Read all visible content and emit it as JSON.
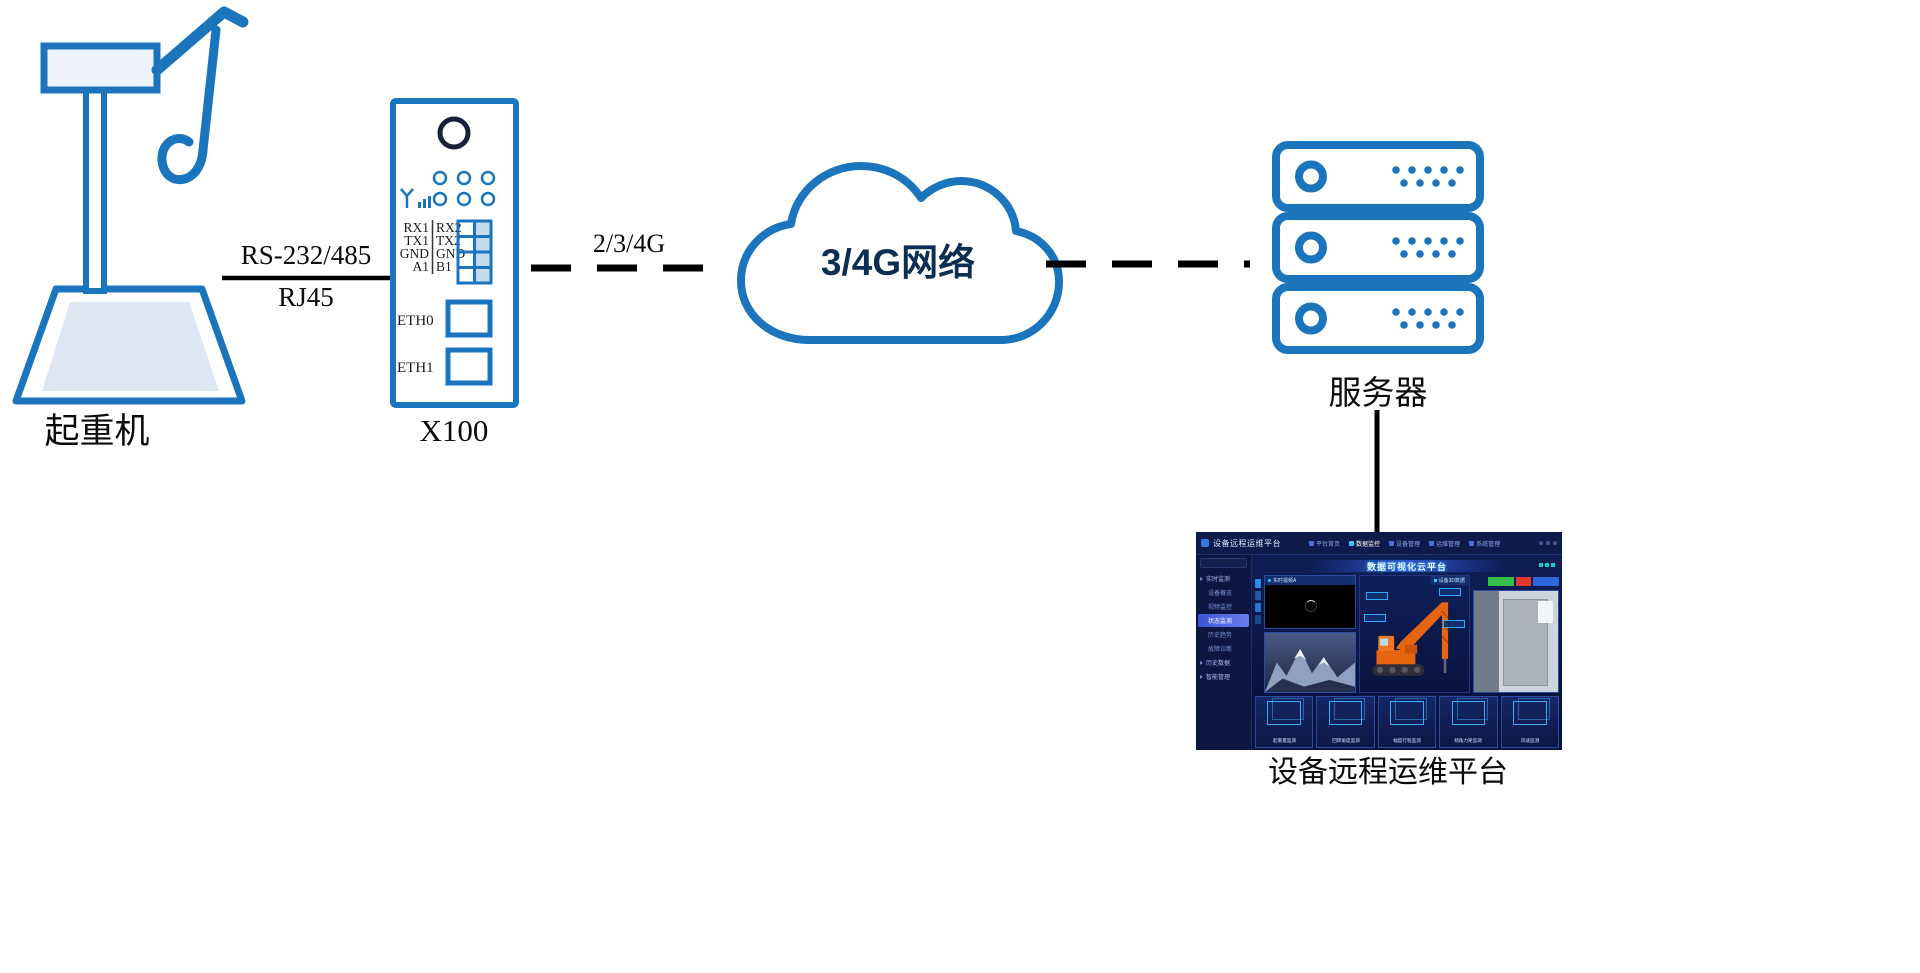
{
  "diagram": {
    "labels": {
      "crane": "起重机",
      "device": "X100",
      "server": "服务器",
      "platform": "设备远程运维平台",
      "link1_top": "RS-232/485",
      "link1_bottom": "RJ45",
      "link2": "2/3/4G",
      "cloud": "3/4G网络"
    },
    "device_ports": {
      "col1": [
        "RX1",
        "TX1",
        "GND",
        "A1"
      ],
      "col2": [
        "RX2",
        "TX2",
        "GND",
        "B1"
      ],
      "eth0": "ETH0",
      "eth1": "ETH1"
    },
    "colors": {
      "outline_blue": "#1b75bc",
      "line_black": "#000000",
      "fill_light": "#e9eff8"
    }
  },
  "dashboard": {
    "title": "设备远程运维平台",
    "nav": [
      "平台首页",
      "数据监控",
      "设备管理",
      "运维管理",
      "系统管理"
    ],
    "banner": "数据可视化云平台",
    "sidebar": {
      "section1": "实时监测",
      "items": [
        "设备概览",
        "视频监控",
        "状态监测",
        "历史趋势",
        "故障诊断"
      ],
      "section2": "历史数据",
      "section3": "智能管理"
    },
    "panels": {
      "video": "实时视频A",
      "model": "设备3D数据",
      "bottom": [
        "起重量监测",
        "回转角度监测",
        "幅度行程监测",
        "倾角力矩监测",
        "风速监测"
      ]
    }
  }
}
